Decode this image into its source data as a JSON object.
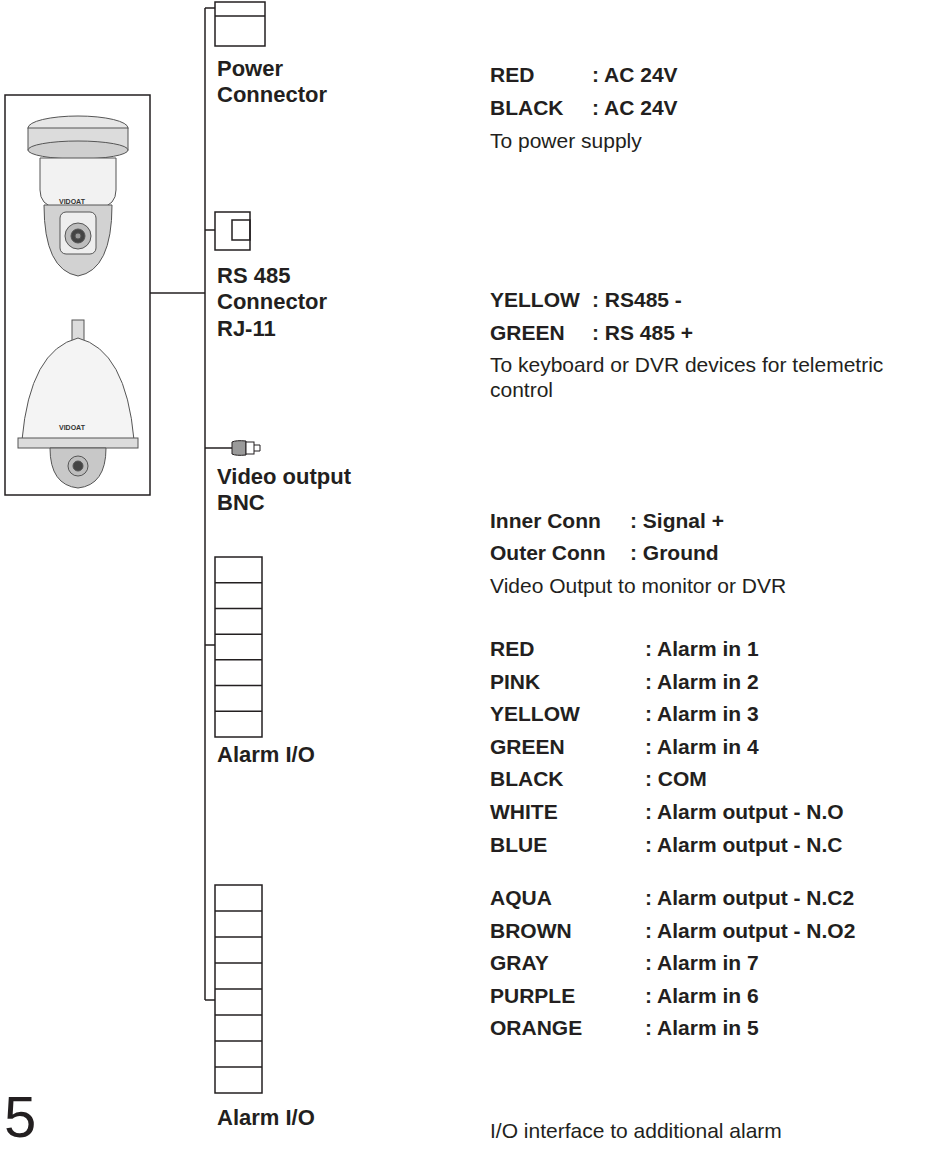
{
  "diagram": {
    "labels": [
      "VIDOAT",
      "VIDOAT",
      "Power Connector",
      "RED",
      ": AC 24V",
      "BLACK",
      ": AC 24V",
      "To power supply",
      "RS 485 Connector RJ-11",
      "YELLOW",
      ": RS485 -",
      "GREEN",
      ": RS 485 +",
      "To keyboard or DVR devices for telemetric control",
      "Video output BNC",
      "Inner Conn",
      ": Signal +",
      "Outer Conn",
      ": Ground",
      "Video Output to monitor or DVR",
      "Alarm I/O",
      "RED",
      ": Alarm in  1",
      "PINK",
      ": Alarm in  2",
      "YELLOW",
      ": Alarm in  3",
      "GREEN",
      ": Alarm in  4",
      "BLACK",
      ": COM",
      "WHITE",
      ": Alarm output - N.O",
      "BLUE",
      ": Alarm output - N.C",
      "AQUA",
      ": Alarm output - N.C2",
      "BROWN",
      ": Alarm output - N.O2",
      "GRAY",
      ": Alarm in  7",
      "PURPLE",
      ": Alarm in  6",
      "ORANGE",
      ": Alarm in  5",
      "Alarm I/O",
      "I/O interface to additional alarm",
      "5"
    ]
  }
}
